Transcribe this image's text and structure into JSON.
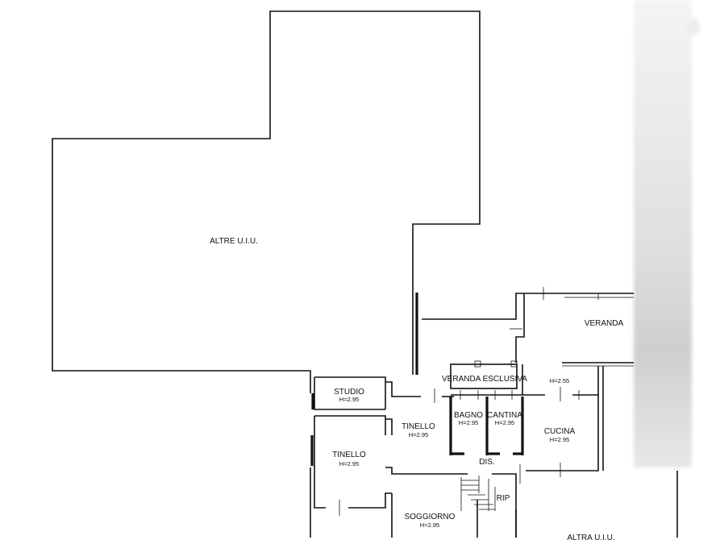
{
  "rooms": {
    "altre_uiu_top": "ALTRE U.I.U.",
    "veranda": "VERANDA",
    "veranda_esclusiva": "VERANDA ESCLUSIVA",
    "studio": "STUDIO",
    "studio_h": "H=2.95",
    "tinello_center": "TINELLO",
    "tinello_center_h": "H=2.95",
    "bagno": "BAGNO",
    "bagno_h": "H=2.95",
    "cantina": "CANTINA",
    "cantina_h": "H=2.95",
    "h255": "H=2.55",
    "cucina": "CUCINA",
    "cucina_h": "H=2.95",
    "tinello_left": "TINELLO",
    "tinello_left_h": "H=2.95",
    "dis": "DIS.",
    "rip": "RIP",
    "soggiorno": "SOGGIORNO",
    "soggiorno_h": "H=2.95",
    "altra_uiu_bottom": "ALTRA U.I.U."
  }
}
